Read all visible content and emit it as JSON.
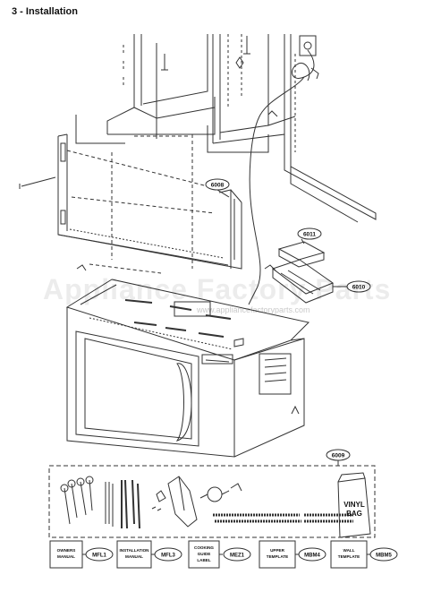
{
  "page": {
    "title": "3 - Installation"
  },
  "watermark": {
    "text": "Appliance Factory Parts",
    "url": "www.appliancefactoryparts.com"
  },
  "callouts": {
    "part_6008": "6008",
    "part_6011": "6011",
    "part_6010": "6010",
    "part_6009": "6009"
  },
  "kit": {
    "vinyl_bag_line1": "VINYL",
    "vinyl_bag_line2": "BAG",
    "documents": [
      {
        "label_line1": "OWNERS",
        "label_line2": "MANUAL",
        "label_line3": "",
        "code": "MFL1"
      },
      {
        "label_line1": "INSTALLATION",
        "label_line2": "MANUAL",
        "label_line3": "",
        "code": "MFL3"
      },
      {
        "label_line1": "COOKING",
        "label_line2": "GUIDE",
        "label_line3": "LABEL",
        "code": "MEZ1"
      },
      {
        "label_line1": "UPPER",
        "label_line2": "TEMPLATE",
        "label_line3": "",
        "code": "MBM4"
      },
      {
        "label_line1": "WALL",
        "label_line2": "TEMPLATE",
        "label_line3": "",
        "code": "MBM5"
      }
    ]
  },
  "colors": {
    "line": "#333333",
    "callout_fill": "#ffffff"
  }
}
